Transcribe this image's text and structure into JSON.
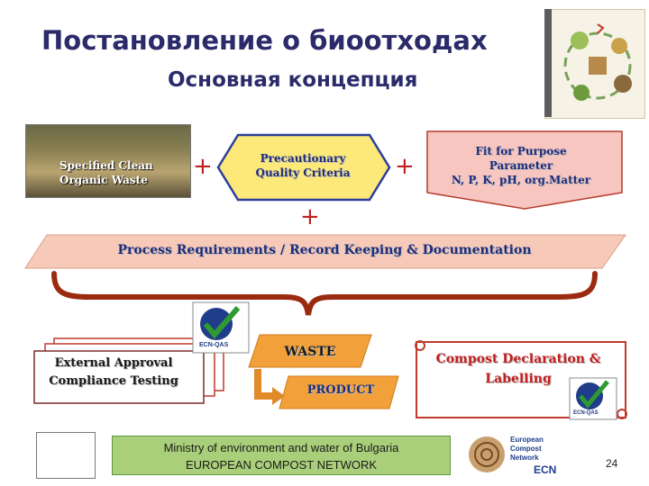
{
  "slide": {
    "title": "Постановление о биоотходах",
    "subtitle": "Основная концепция",
    "page_number": "24"
  },
  "diagram": {
    "inputs": {
      "organic_waste_line1": "Specified Clean",
      "organic_waste_line2": "Organic Waste",
      "precautionary_line1": "Precautionary",
      "precautionary_line2": "Quality Criteria",
      "fit_line1": "Fit for Purpose",
      "fit_line2": "Parameter",
      "fit_line3": "N, P, K, pH, org.Matter",
      "plus": "+"
    },
    "process": "Process Requirements / Record Keeping & Documentation",
    "external_line1": "External Approval",
    "external_line2": "Compliance Testing",
    "waste": "WASTE",
    "product": "PRODUCT",
    "compost_line1": "Compost Declaration &",
    "compost_line2": "Labelling",
    "qas_label": "ECN-QAS"
  },
  "footer": {
    "ministry_line1": "Ministry of environment and water of Bulgaria",
    "ministry_line2": "EUROPEAN COMPOST NETWORK",
    "ecn_logo_line1": "European",
    "ecn_logo_line2": "Compost",
    "ecn_logo_line3": "Network",
    "ecn_logo_short": "ECN"
  },
  "colors": {
    "title": "#2b2b6b",
    "hexagon": "#fde87a",
    "fit_box": "#f7c6c0",
    "process_band": "#f7c9b8",
    "brace": "#9b2b10",
    "accent_red": "#c21f1f",
    "ministry_box": "#aacf7a",
    "qas_blue": "#1f3d8a",
    "check_green": "#2f9a2f"
  }
}
